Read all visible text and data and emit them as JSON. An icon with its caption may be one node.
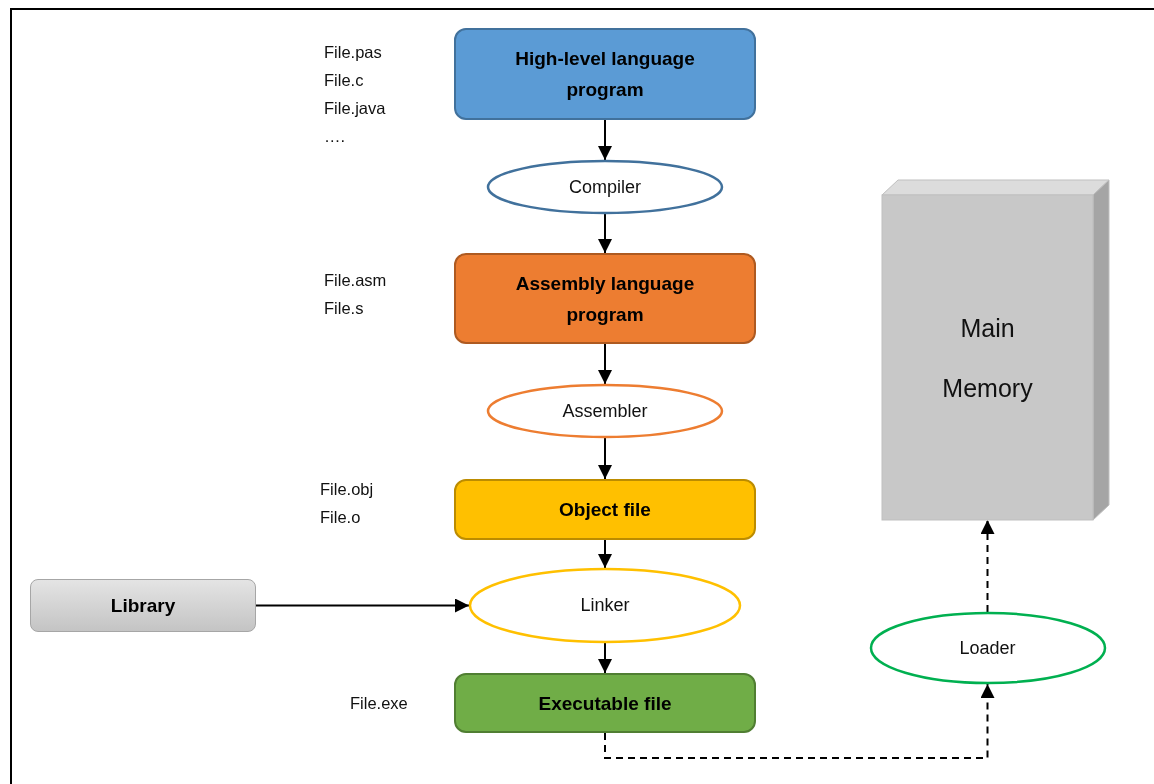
{
  "diagram": {
    "nodes": [
      {
        "text": [
          "High-level language program"
        ],
        "beside": [
          "File.pas",
          "File.c",
          "File.java",
          "…."
        ]
      },
      {
        "text": [
          "Compiler"
        ]
      },
      {
        "text": [
          "Assembly language program"
        ],
        "beside": [
          "File.asm",
          "File.s"
        ]
      },
      {
        "text": [
          "Assembler"
        ]
      },
      {
        "text": [
          "Object file"
        ],
        "beside": [
          "File.obj",
          "File.o"
        ]
      },
      {
        "text": [
          "Library"
        ]
      },
      {
        "text": [
          "Linker"
        ]
      },
      {
        "text": [
          "Executable file"
        ],
        "beside": [
          "File.exe"
        ]
      },
      {
        "text": [
          "Loader"
        ]
      },
      {
        "text": [
          "Main Memory"
        ]
      }
    ],
    "edges": [
      {
        "from": 0,
        "to": 1,
        "arrow": "to"
      },
      {
        "from": 1,
        "to": 2,
        "arrow": "to"
      },
      {
        "from": 2,
        "to": 3,
        "arrow": "to"
      },
      {
        "from": 3,
        "to": 4,
        "arrow": "to"
      },
      {
        "from": 4,
        "to": 6,
        "arrow": "to"
      },
      {
        "from": 5,
        "to": 6,
        "arrow": "to"
      },
      {
        "from": 6,
        "to": 7,
        "arrow": "to"
      },
      {
        "from": 7,
        "to": 8,
        "arrow": "to",
        "style": "dashed"
      },
      {
        "from": 8,
        "to": 9,
        "arrow": "to",
        "style": "dashed"
      }
    ]
  }
}
